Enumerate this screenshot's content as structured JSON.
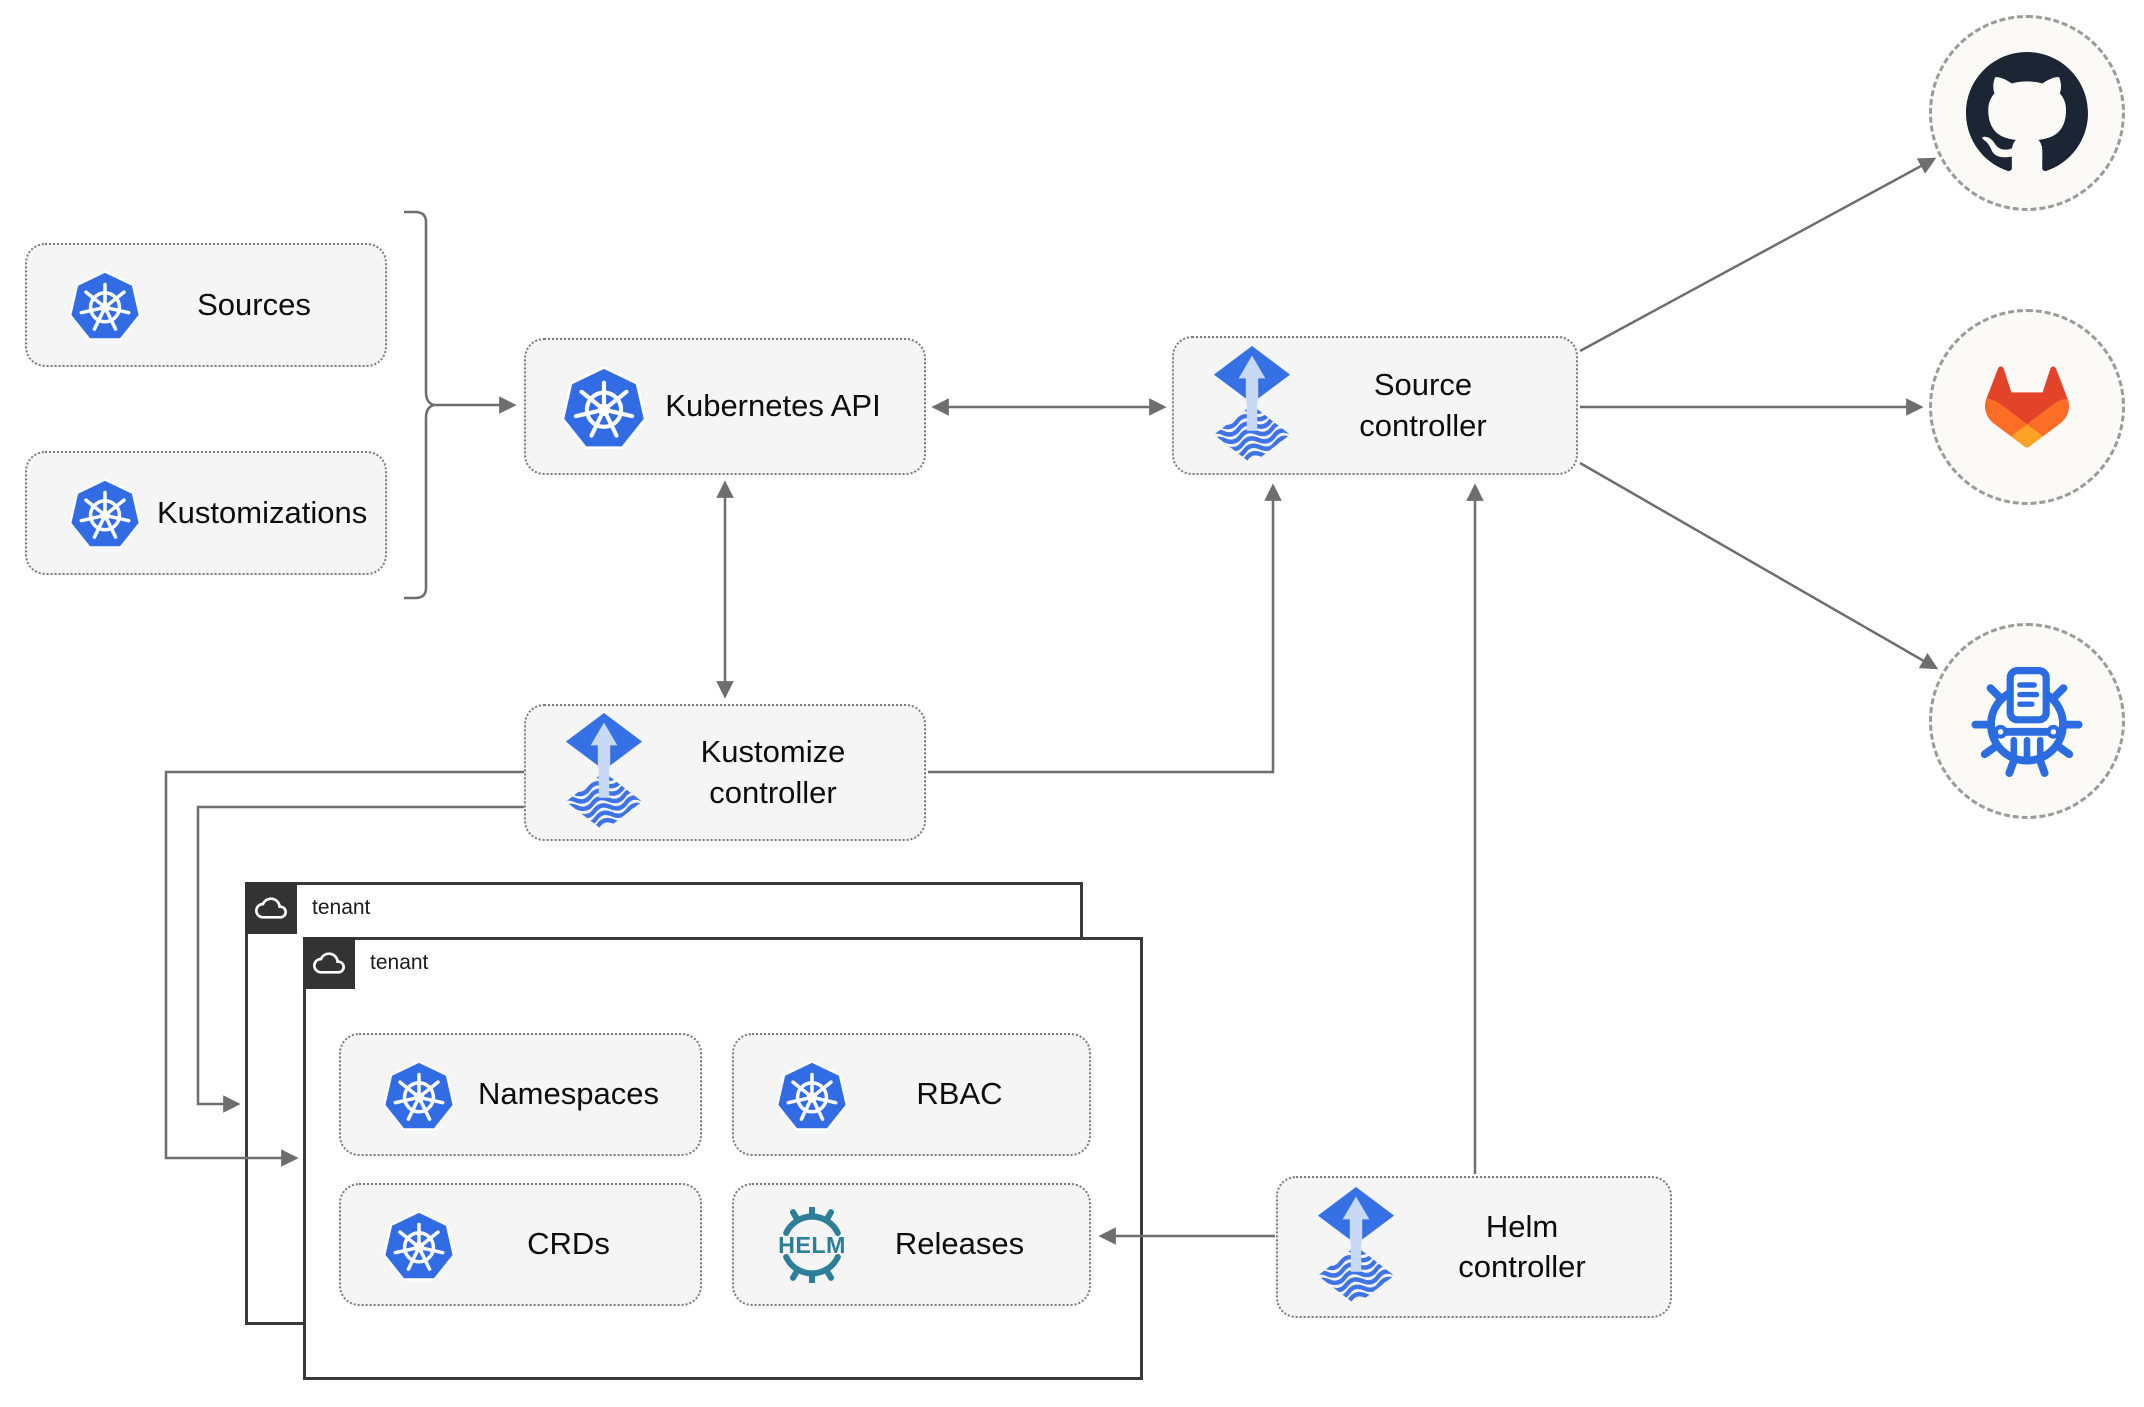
{
  "nodes": {
    "sources": {
      "label": "Sources",
      "icon": "kubernetes"
    },
    "kustomizations": {
      "label": "Kustomizations",
      "icon": "kubernetes"
    },
    "kubernetes_api": {
      "label": "Kubernetes API",
      "icon": "kubernetes"
    },
    "source_controller": {
      "label": "Source\ncontroller",
      "icon": "flux"
    },
    "kustomize_controller": {
      "label": "Kustomize\ncontroller",
      "icon": "flux"
    },
    "helm_controller": {
      "label": "Helm\ncontroller",
      "icon": "flux"
    },
    "namespaces": {
      "label": "Namespaces",
      "icon": "kubernetes"
    },
    "rbac": {
      "label": "RBAC",
      "icon": "kubernetes"
    },
    "crds": {
      "label": "CRDs",
      "icon": "kubernetes"
    },
    "releases": {
      "label": "Releases",
      "icon": "helm"
    }
  },
  "tenants": {
    "outer_label": "tenant",
    "inner_label": "tenant"
  },
  "providers": [
    {
      "name": "github"
    },
    {
      "name": "gitlab"
    },
    {
      "name": "helm-repository"
    }
  ],
  "helm_logo_text": "HELM",
  "colors": {
    "kubernetes_blue": "#326ce5",
    "flux_blue": "#3570e4",
    "flux_light_arrow": "#c8d9f6",
    "helm_teal": "#2d7f99",
    "github_dark": "#1b2533",
    "gitlab_red": "#e24329",
    "gitlab_orange": "#fc6d26",
    "gitlab_yellow": "#fca326",
    "node_fill": "#f5f5f5",
    "line_gray": "#6e6e6e",
    "tenant_border": "#3a3a3a"
  }
}
